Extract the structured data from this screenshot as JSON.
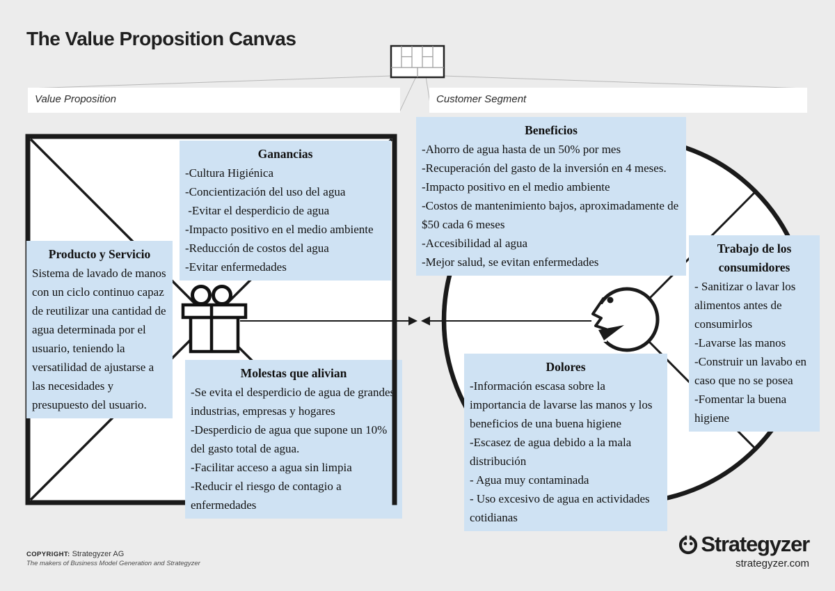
{
  "header": {
    "title": "The Value Proposition Canvas"
  },
  "strips": {
    "left_label": "Value Proposition",
    "right_label": "Customer Segment"
  },
  "boxes": {
    "producto": {
      "title": "Producto y Servicio",
      "body": "Sistema de lavado de manos con un ciclo continuo capaz de reutilizar una cantidad de agua determinada por el usuario, teniendo la versatilidad de ajustarse a las necesidades y presupuesto del usuario."
    },
    "ganancias": {
      "title": "Ganancias",
      "lines": [
        "-Cultura Higiénica",
        "-Concientización del uso del agua",
        " -Evitar el desperdicio de agua",
        "-Impacto positivo en el medio ambiente",
        "-Reducción de costos del agua",
        "-Evitar enfermedades"
      ]
    },
    "molestas": {
      "title": "Molestas que alivian",
      "lines": [
        "-Se evita el desperdicio de agua de grandes industrias, empresas y hogares",
        "-Desperdicio de agua que supone un 10% del gasto total de agua.",
        "-Facilitar acceso a agua sin limpia",
        "-Reducir el riesgo de contagio a enfermedades"
      ]
    },
    "beneficios": {
      "title": "Beneficios",
      "lines": [
        "-Ahorro de agua hasta de un 50% por mes",
        "-Recuperación del gasto de la inversión en 4 meses.",
        "-Impacto positivo en el medio ambiente",
        "-Costos de mantenimiento bajos, aproximadamente de $50 cada 6 meses",
        "-Accesibilidad al agua",
        "-Mejor salud, se evitan enfermedades"
      ]
    },
    "trabajo": {
      "title": "Trabajo de los consumidores",
      "lines": [
        "- Sanitizar o lavar los alimentos antes de consumirlos",
        "-Lavarse las manos",
        "-Construir un lavabo en caso que no se posea",
        "-Fomentar la buena higiene"
      ]
    },
    "dolores": {
      "title": "Dolores",
      "lines": [
        "-Información escasa sobre la importancia de lavarse las manos y los beneficios de una buena higiene",
        "-Escasez de agua debido a la mala distribución",
        "- Agua muy contaminada",
        "- Uso excesivo de agua en actividades cotidianas"
      ]
    }
  },
  "footer": {
    "copyright_label": "COPYRIGHT:",
    "copyright_owner": "Strategyzer AG",
    "tagline": "The makers of Business Model Generation and Strategyzer",
    "logo_text": "Strategyzer",
    "website": "strategyzer.com"
  },
  "colors": {
    "background": "#ececec",
    "panel_blue": "#cfe2f3",
    "ink": "#1a1a1a"
  },
  "icons": {
    "gift": "gift-icon",
    "customer_head": "customer-head-icon",
    "mini_canvas": "business-model-canvas-thumbnail-icon",
    "logo_mark": "strategyzer-logo-icon"
  }
}
